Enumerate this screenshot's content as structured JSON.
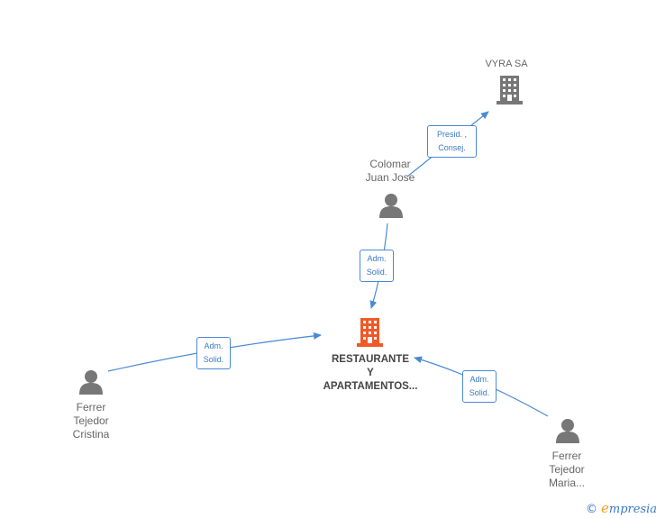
{
  "nodes": {
    "vyra": {
      "label": "VYRA SA",
      "icon": "building-icon",
      "color": "#777777"
    },
    "colomar": {
      "label": "Colomar\nJuan Jose",
      "icon": "person-icon",
      "color": "#777777"
    },
    "restaurante": {
      "label": "RESTAURANTE\nY\nAPARTAMENTOS...",
      "icon": "building-icon",
      "color": "#f05a28"
    },
    "ferrer_cristina": {
      "label": "Ferrer\nTejedor\nCristina",
      "icon": "person-icon",
      "color": "#777777"
    },
    "ferrer_maria": {
      "label": "Ferrer\nTejedor\nMaria...",
      "icon": "person-icon",
      "color": "#777777"
    }
  },
  "relations": {
    "colomar_vyra": "Presid. ,\nConsej.",
    "colomar_restaurante": "Adm.\nSolid.",
    "cristina_restaurante": "Adm.\nSolid.",
    "maria_restaurante": "Adm.\nSolid."
  },
  "colors": {
    "edge": "#4a8ad4",
    "badge_border": "#4a8ad4"
  },
  "footer": {
    "copyright": "©",
    "brand": "mpresia",
    "brand_initial": "e"
  }
}
